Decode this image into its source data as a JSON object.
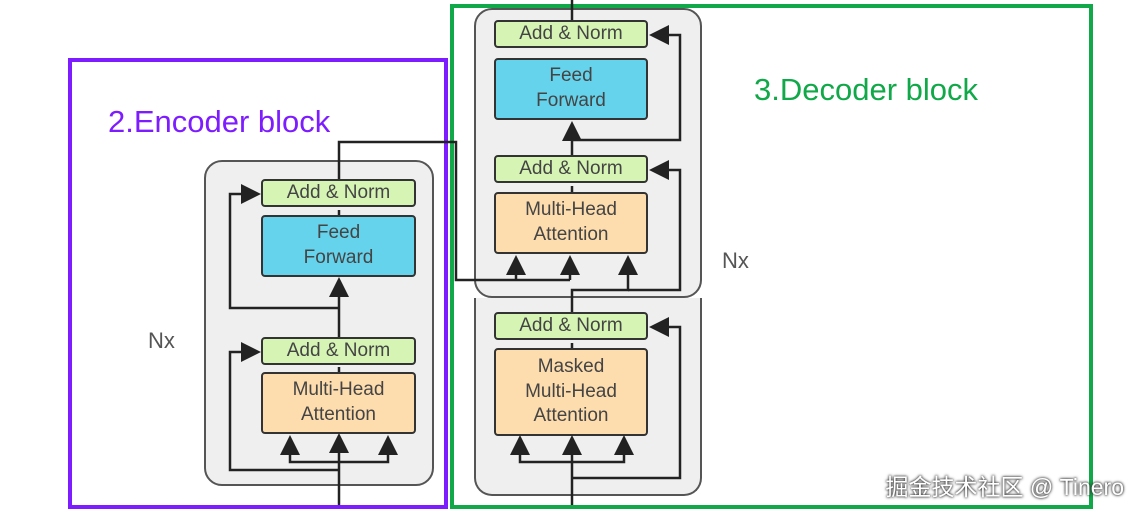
{
  "encoder": {
    "title": "2.Encoder block",
    "repeat_label": "Nx",
    "blocks": {
      "add_norm_top": "Add & Norm",
      "feed_forward": "Feed\nForward",
      "add_norm_bottom": "Add & Norm",
      "attention": "Multi-Head\nAttention"
    },
    "frame_color": "#7d1cff"
  },
  "decoder": {
    "title": "3.Decoder block",
    "repeat_label": "Nx",
    "blocks": {
      "add_norm_top": "Add & Norm",
      "feed_forward": "Feed\nForward",
      "add_norm_middle": "Add & Norm",
      "cross_attention": "Multi-Head\nAttention",
      "add_norm_bottom": "Add & Norm",
      "masked_attention": "Masked\nMulti-Head\nAttention"
    },
    "frame_color": "#10a848"
  },
  "block_colors": {
    "add_norm": "#d6f5b4",
    "feed_forward": "#65d3ec",
    "attention": "#fddcae"
  },
  "watermark": "掘金技术社区 @ Tinero"
}
